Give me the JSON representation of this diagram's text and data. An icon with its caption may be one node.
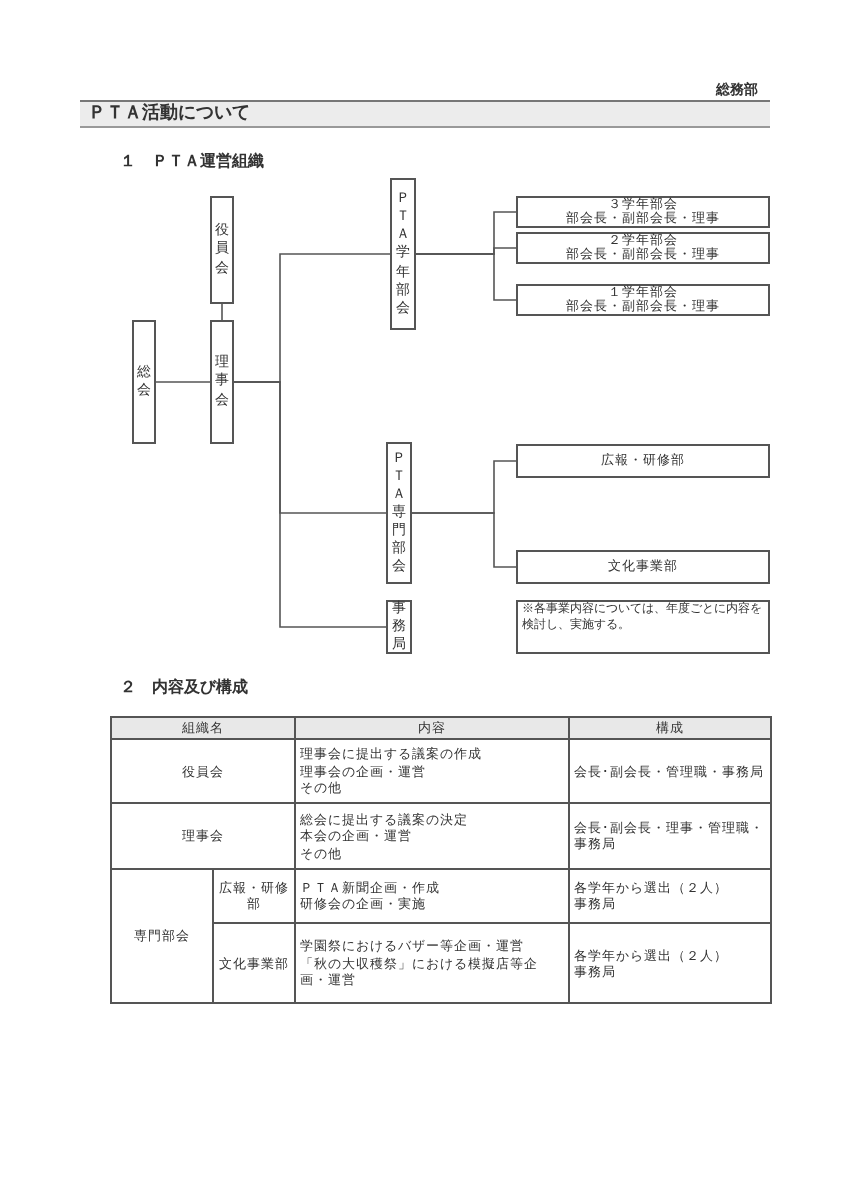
{
  "diagram": {
    "title": "ＰＴＡ活動について",
    "nodes": [
      {
        "text": [
          "総会"
        ]
      },
      {
        "text": [
          "理事会"
        ]
      },
      {
        "text": [
          "役員会"
        ]
      },
      {
        "text": [
          "ＰＴＡ学年部会"
        ]
      },
      {
        "text": [
          "３学年部会",
          "部会長・副部会長・理事"
        ]
      },
      {
        "text": [
          "２学年部会",
          "部会長・副部会長・理事"
        ]
      },
      {
        "text": [
          "１学年部会",
          "部会長・副部会長・理事"
        ]
      },
      {
        "text": [
          "ＰＴＡ専門部会"
        ]
      },
      {
        "text": [
          "広報・研修部"
        ]
      },
      {
        "text": [
          "文化事業部"
        ]
      },
      {
        "text": [
          "事務局"
        ]
      },
      {
        "text": [
          "※各事業内容については、年度ごとに内容を検討し、実施する。"
        ]
      }
    ],
    "edges": [
      {
        "from": 0,
        "to": 1,
        "arrow": "none"
      },
      {
        "from": 1,
        "to": 2,
        "arrow": "none"
      },
      {
        "from": 1,
        "to": 3,
        "arrow": "none"
      },
      {
        "from": 1,
        "to": 7,
        "arrow": "none"
      },
      {
        "from": 1,
        "to": 10,
        "arrow": "none"
      },
      {
        "from": 3,
        "to": 4,
        "arrow": "none"
      },
      {
        "from": 3,
        "to": 5,
        "arrow": "none"
      },
      {
        "from": 3,
        "to": 6,
        "arrow": "none"
      },
      {
        "from": 7,
        "to": 8,
        "arrow": "none"
      },
      {
        "from": 7,
        "to": 9,
        "arrow": "none"
      }
    ],
    "labels": [
      "総務部",
      "１　ＰＴＡ運営組織",
      "２　内容及び構成",
      "組織名",
      "内容",
      "構成",
      "役員会",
      "理事会に提出する議案の作成",
      "理事会の企画・運営",
      "その他",
      "会長･副会長・管理職・事務局",
      "理事会",
      "総会に提出する議案の決定",
      "本会の企画・運営",
      "その他",
      "会長･副会長・理事・管理職・事務局",
      "専門部会",
      "広報・研修部",
      "ＰＴＡ新聞企画・作成",
      "研修会の企画・実施",
      "各学年から選出（２人）",
      "事務局",
      "文化事業部",
      "学園祭におけるバザー等企画・運営",
      "「秋の大収穫祭」における模擬店等企画・運営",
      "各学年から選出（２人）",
      "事務局"
    ]
  }
}
